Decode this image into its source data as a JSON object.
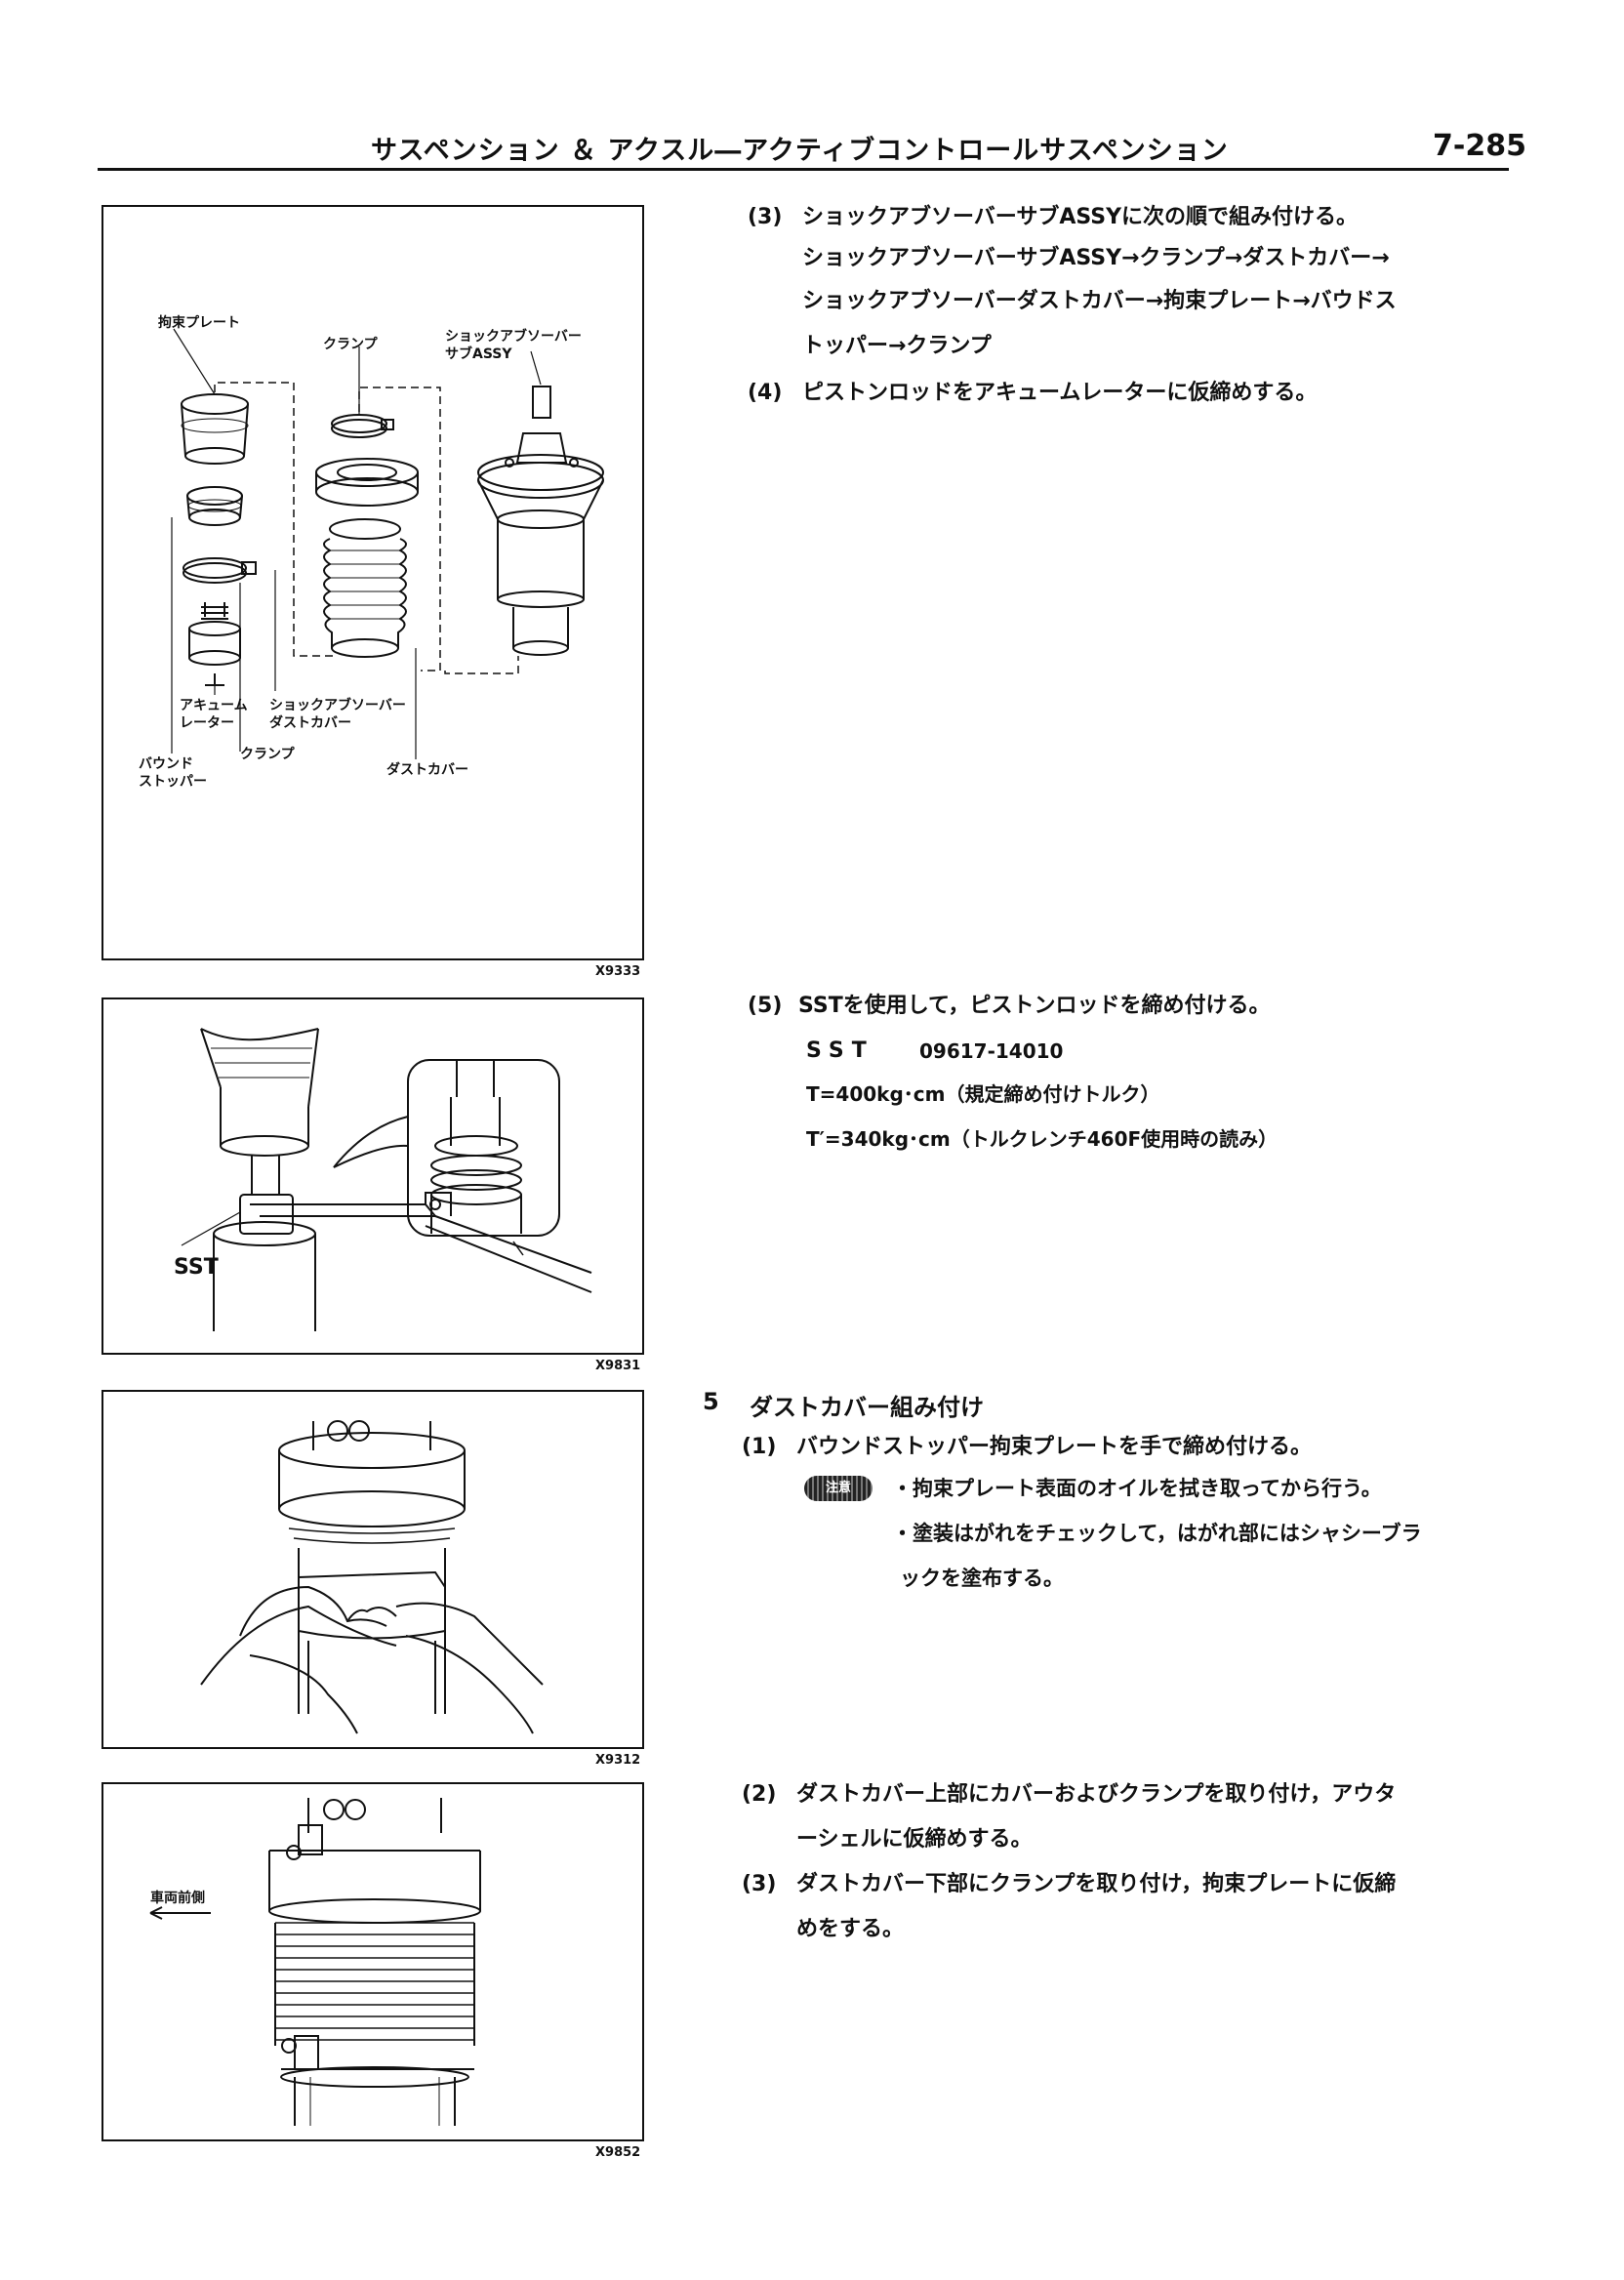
{
  "header": {
    "title": "サスペンション ＆ アクスル―アクティブコントロールサスペンション",
    "page_number": "7-285"
  },
  "figures": [
    {
      "code": "X9333",
      "labels": {
        "restraint_plate": "拘束プレート",
        "clamp_top": "クランプ",
        "shock_sub_assy_l1": "ショックアブソーバー",
        "shock_sub_assy_l2": "サブASSY",
        "accumulator_l1": "アキューム",
        "accumulator_l2": "レーター",
        "dust_cover_shock_l1": "ショックアブソーバー",
        "dust_cover_shock_l2": "ダストカバー",
        "bound_stopper_l1": "バウンド",
        "bound_stopper_l2": "ストッパー",
        "clamp_bottom": "クランプ",
        "dust_cover": "ダストカバー"
      }
    },
    {
      "code": "X9831",
      "labels": {
        "sst": "SST"
      }
    },
    {
      "code": "X9312"
    },
    {
      "code": "X9852",
      "labels": {
        "vehicle_front": "車両前側"
      }
    }
  ],
  "steps": {
    "s3_num": "(3)",
    "s3_text": "ショックアブソーバーサブASSYに次の順で組み付ける。",
    "s3_l2": "ショックアブソーバーサブASSY→クランプ→ダストカバー→",
    "s3_l3": "ショックアブソーバーダストカバー→拘束プレート→バウドス",
    "s3_l4": "トッパー→クランプ",
    "s4_num": "(4)",
    "s4_text": "ピストンロッドをアキュームレーターに仮締めする。",
    "s5_num": "(5)",
    "s5_text": "SSTを使用して，ピストンロッドを締め付ける。",
    "s5_sst_label": "SST",
    "s5_sst_num": "09617-14010",
    "s5_torque": "T=400kg･cm（規定締め付けトルク）",
    "s5_torque2": "T′=340kg･cm（トルクレンチ460F使用時の読み）"
  },
  "section5": {
    "number": "5",
    "title": "ダストカバー組み付け",
    "s1_num": "(1)",
    "s1_text": "バウンドストッパー拘束プレートを手で締め付ける。",
    "caution_badge": "注意",
    "note1": "・拘束プレート表面のオイルを拭き取ってから行う。",
    "note2": "・塗装はがれをチェックして，はがれ部にはシャシーブラ",
    "note3": "ックを塗布する。",
    "s2_num": "(2)",
    "s2_text": "ダストカバー上部にカバーおよびクランプを取り付け，アウタ",
    "s2_l2": "ーシェルに仮締めする。",
    "s3_num": "(3)",
    "s3_text": "ダストカバー下部にクランプを取り付け，拘束プレートに仮締",
    "s3_l2": "めをする。"
  }
}
